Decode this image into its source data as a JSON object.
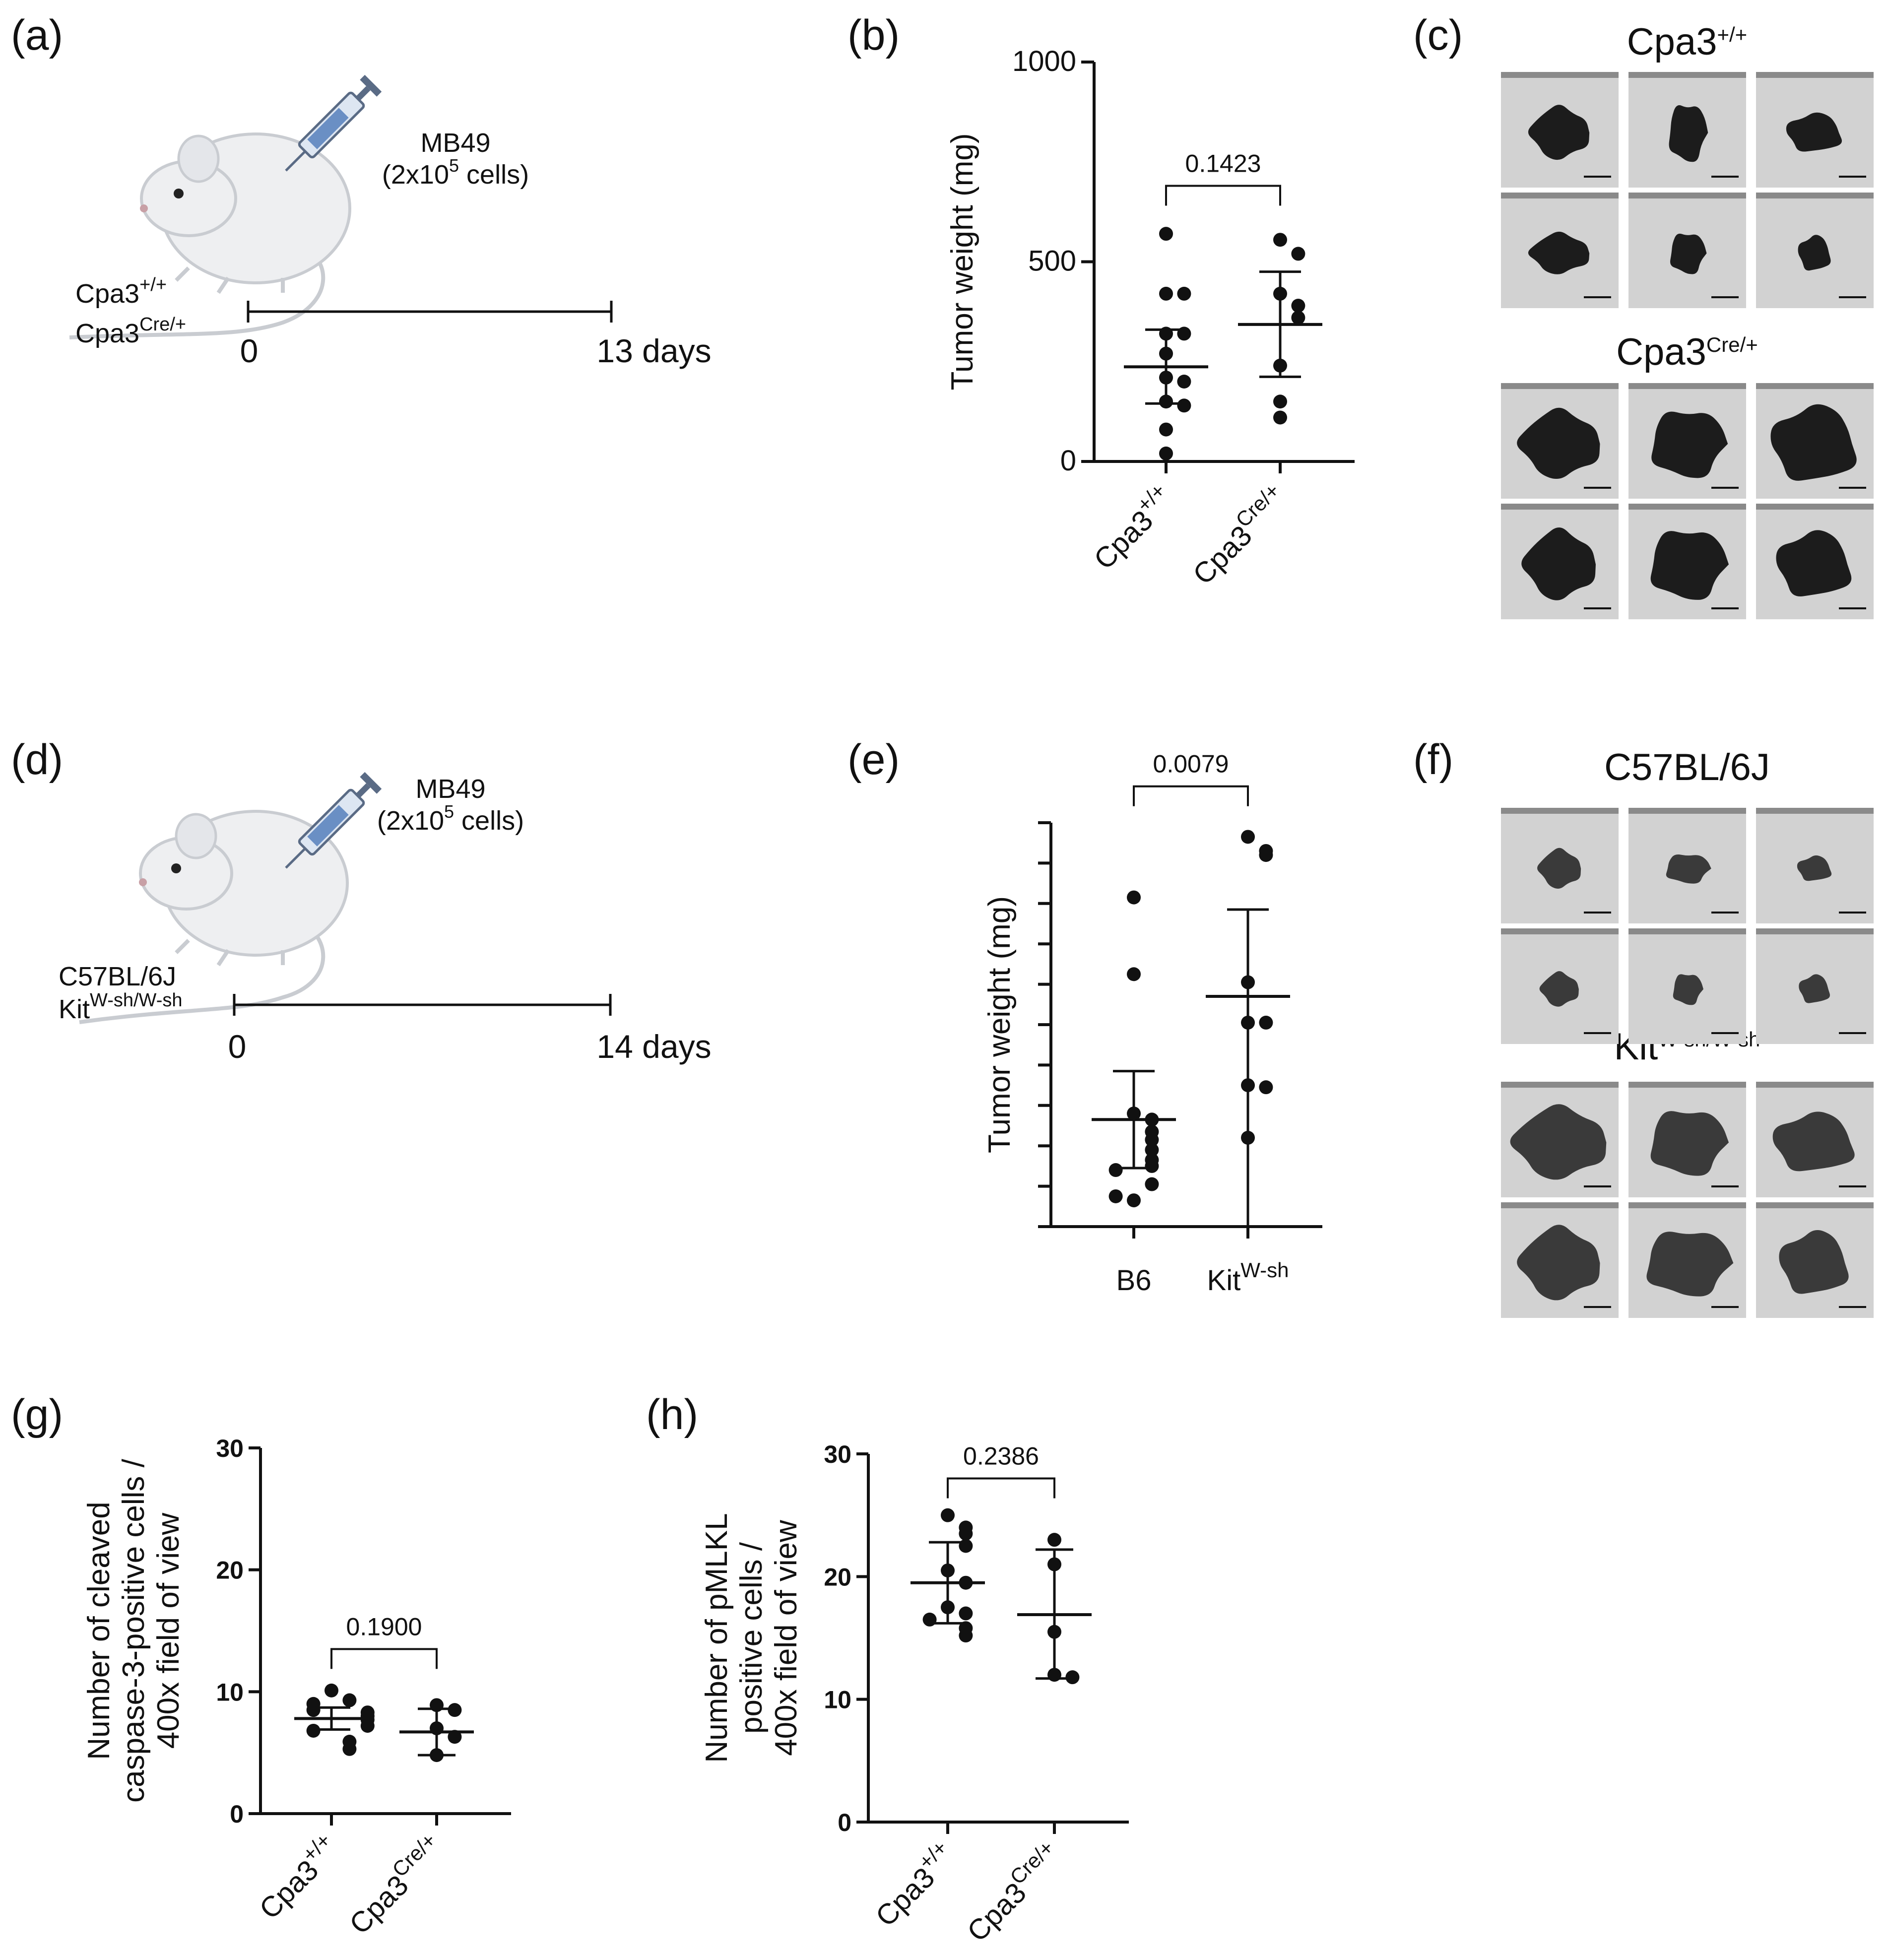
{
  "colors": {
    "ink": "#111111",
    "photo_bg": "#d2d2d2",
    "tumor": "#1c1c1c",
    "tumor_light": "#3a3a3a",
    "ruler": "#8a8a8a",
    "mouse_body": "#eeeff1",
    "mouse_shade": "#c9ccd1"
  },
  "panels": {
    "a": {
      "letter": "(a)",
      "injection": {
        "line1": "MB49",
        "line2_pre": "(2x10",
        "line2_sup": "5",
        "line2_post": " cells)"
      },
      "strains": [
        {
          "base": "Cpa3",
          "sup": "+/+"
        },
        {
          "base": "Cpa3",
          "sup": "Cre/+"
        }
      ],
      "timeline": {
        "start": "0",
        "end": "13 days"
      }
    },
    "b": {
      "letter": "(b)"
    },
    "c": {
      "letter": "(c)",
      "groups": [
        {
          "base": "Cpa3",
          "sup": "+/+",
          "style": "small"
        },
        {
          "base": "Cpa3",
          "sup": "Cre/+",
          "style": "large"
        }
      ]
    },
    "d": {
      "letter": "(d)",
      "injection": {
        "line1": "MB49",
        "line2_pre": "(2x10",
        "line2_sup": "5",
        "line2_post": " cells)"
      },
      "strains": [
        {
          "base": "C57BL/6J",
          "sup": ""
        },
        {
          "base": "Kit",
          "sup": "W-sh/W-sh"
        }
      ],
      "timeline": {
        "start": "0",
        "end": "14 days"
      }
    },
    "e": {
      "letter": "(e)"
    },
    "f": {
      "letter": "(f)",
      "groups": [
        {
          "base": "C57BL/6J",
          "sup": "",
          "style": "small_light"
        },
        {
          "base": "Kit",
          "sup": "W-sh/W-sh",
          "style": "large_light"
        }
      ]
    },
    "g": {
      "letter": "(g)"
    },
    "h": {
      "letter": "(h)"
    }
  },
  "chart_data": [
    {
      "panel": "b",
      "type": "scatter",
      "ylabel": "Tumor weight (mg)",
      "ylim": [
        0,
        1000
      ],
      "yticks": [
        0,
        500,
        1000
      ],
      "categories": [
        {
          "base": "Cpa3",
          "sup": "+/+"
        },
        {
          "base": "Cpa3",
          "sup": "Cre/+"
        }
      ],
      "x_label_rotation": -45,
      "series": [
        {
          "values": [
            570,
            420,
            420,
            320,
            320,
            270,
            210,
            200,
            150,
            140,
            80,
            20
          ],
          "mean": 237,
          "sd_low": 145,
          "sd_high": 330
        },
        {
          "values": [
            555,
            520,
            420,
            390,
            360,
            240,
            150,
            110
          ],
          "mean": 343,
          "sd_low": 212,
          "sd_high": 475
        }
      ],
      "comparison": {
        "label": "0.1423",
        "y": 690
      }
    },
    {
      "panel": "e",
      "type": "scatter",
      "ylabel": "Tumor weight (mg)",
      "ylim": [
        0,
        1000
      ],
      "yticks": [
        0,
        100,
        200,
        300,
        400,
        500,
        600,
        700,
        800,
        900,
        1000
      ],
      "ytick_labels": false,
      "categories": [
        {
          "base": "B6",
          "sup": ""
        },
        {
          "base": "Kit",
          "sup": "W-sh"
        }
      ],
      "x_label_rotation": 0,
      "series": [
        {
          "values": [
            815,
            625,
            280,
            265,
            235,
            215,
            190,
            165,
            150,
            140,
            105,
            65,
            75
          ],
          "mean": 265,
          "sd_low": 145,
          "sd_high": 385
        },
        {
          "values": [
            965,
            930,
            920,
            605,
            505,
            505,
            350,
            345,
            220
          ],
          "mean": 570,
          "sd_low": 0,
          "sd_high": 785
        },
        {
          "values": [],
          "mean": 0,
          "sd_low": 0,
          "sd_high": 0
        }
      ],
      "comparison": {
        "label": "0.0079",
        "y": 1090
      }
    },
    {
      "panel": "g",
      "type": "scatter",
      "ylabel": [
        "Number of cleaved",
        "caspase-3-positive cells /",
        "400x field of view"
      ],
      "ylim": [
        0,
        30
      ],
      "yticks": [
        0,
        10,
        20,
        30
      ],
      "categories": [
        {
          "base": "Cpa3",
          "sup": "+/+"
        },
        {
          "base": "Cpa3",
          "sup": "Cre/+"
        }
      ],
      "x_label_rotation": -45,
      "series": [
        {
          "values": [
            10.1,
            9.3,
            9.0,
            8.5,
            8.3,
            8.0,
            7.7,
            7.2,
            6.8,
            5.9,
            5.3
          ],
          "mean": 7.8,
          "sd_low": 6.9,
          "sd_high": 8.7
        },
        {
          "values": [
            8.9,
            8.5,
            7.0,
            6.3,
            4.8
          ],
          "mean": 6.7,
          "sd_low": 4.8,
          "sd_high": 8.6
        }
      ],
      "comparison": {
        "label": "0.1900",
        "y": 13.5
      }
    },
    {
      "panel": "h",
      "type": "scatter",
      "ylabel": [
        "Number of pMLKL",
        "positive cells /",
        "400x field of view"
      ],
      "ylim": [
        0,
        30
      ],
      "yticks": [
        0,
        10,
        20,
        30
      ],
      "categories": [
        {
          "base": "Cpa3",
          "sup": "+/+"
        },
        {
          "base": "Cpa3",
          "sup": "Cre/+"
        }
      ],
      "x_label_rotation": -45,
      "series": [
        {
          "values": [
            25.0,
            24.0,
            23.5,
            22.5,
            20.5,
            19.5,
            17.5,
            17.0,
            16.5,
            15.8,
            15.2
          ],
          "mean": 19.5,
          "sd_low": 16.2,
          "sd_high": 22.8
        },
        {
          "values": [
            23.0,
            21.0,
            15.5,
            12.0,
            11.8
          ],
          "mean": 16.9,
          "sd_low": 11.7,
          "sd_high": 22.2
        }
      ],
      "comparison": {
        "label": "0.2386",
        "y": 28.0
      }
    }
  ]
}
